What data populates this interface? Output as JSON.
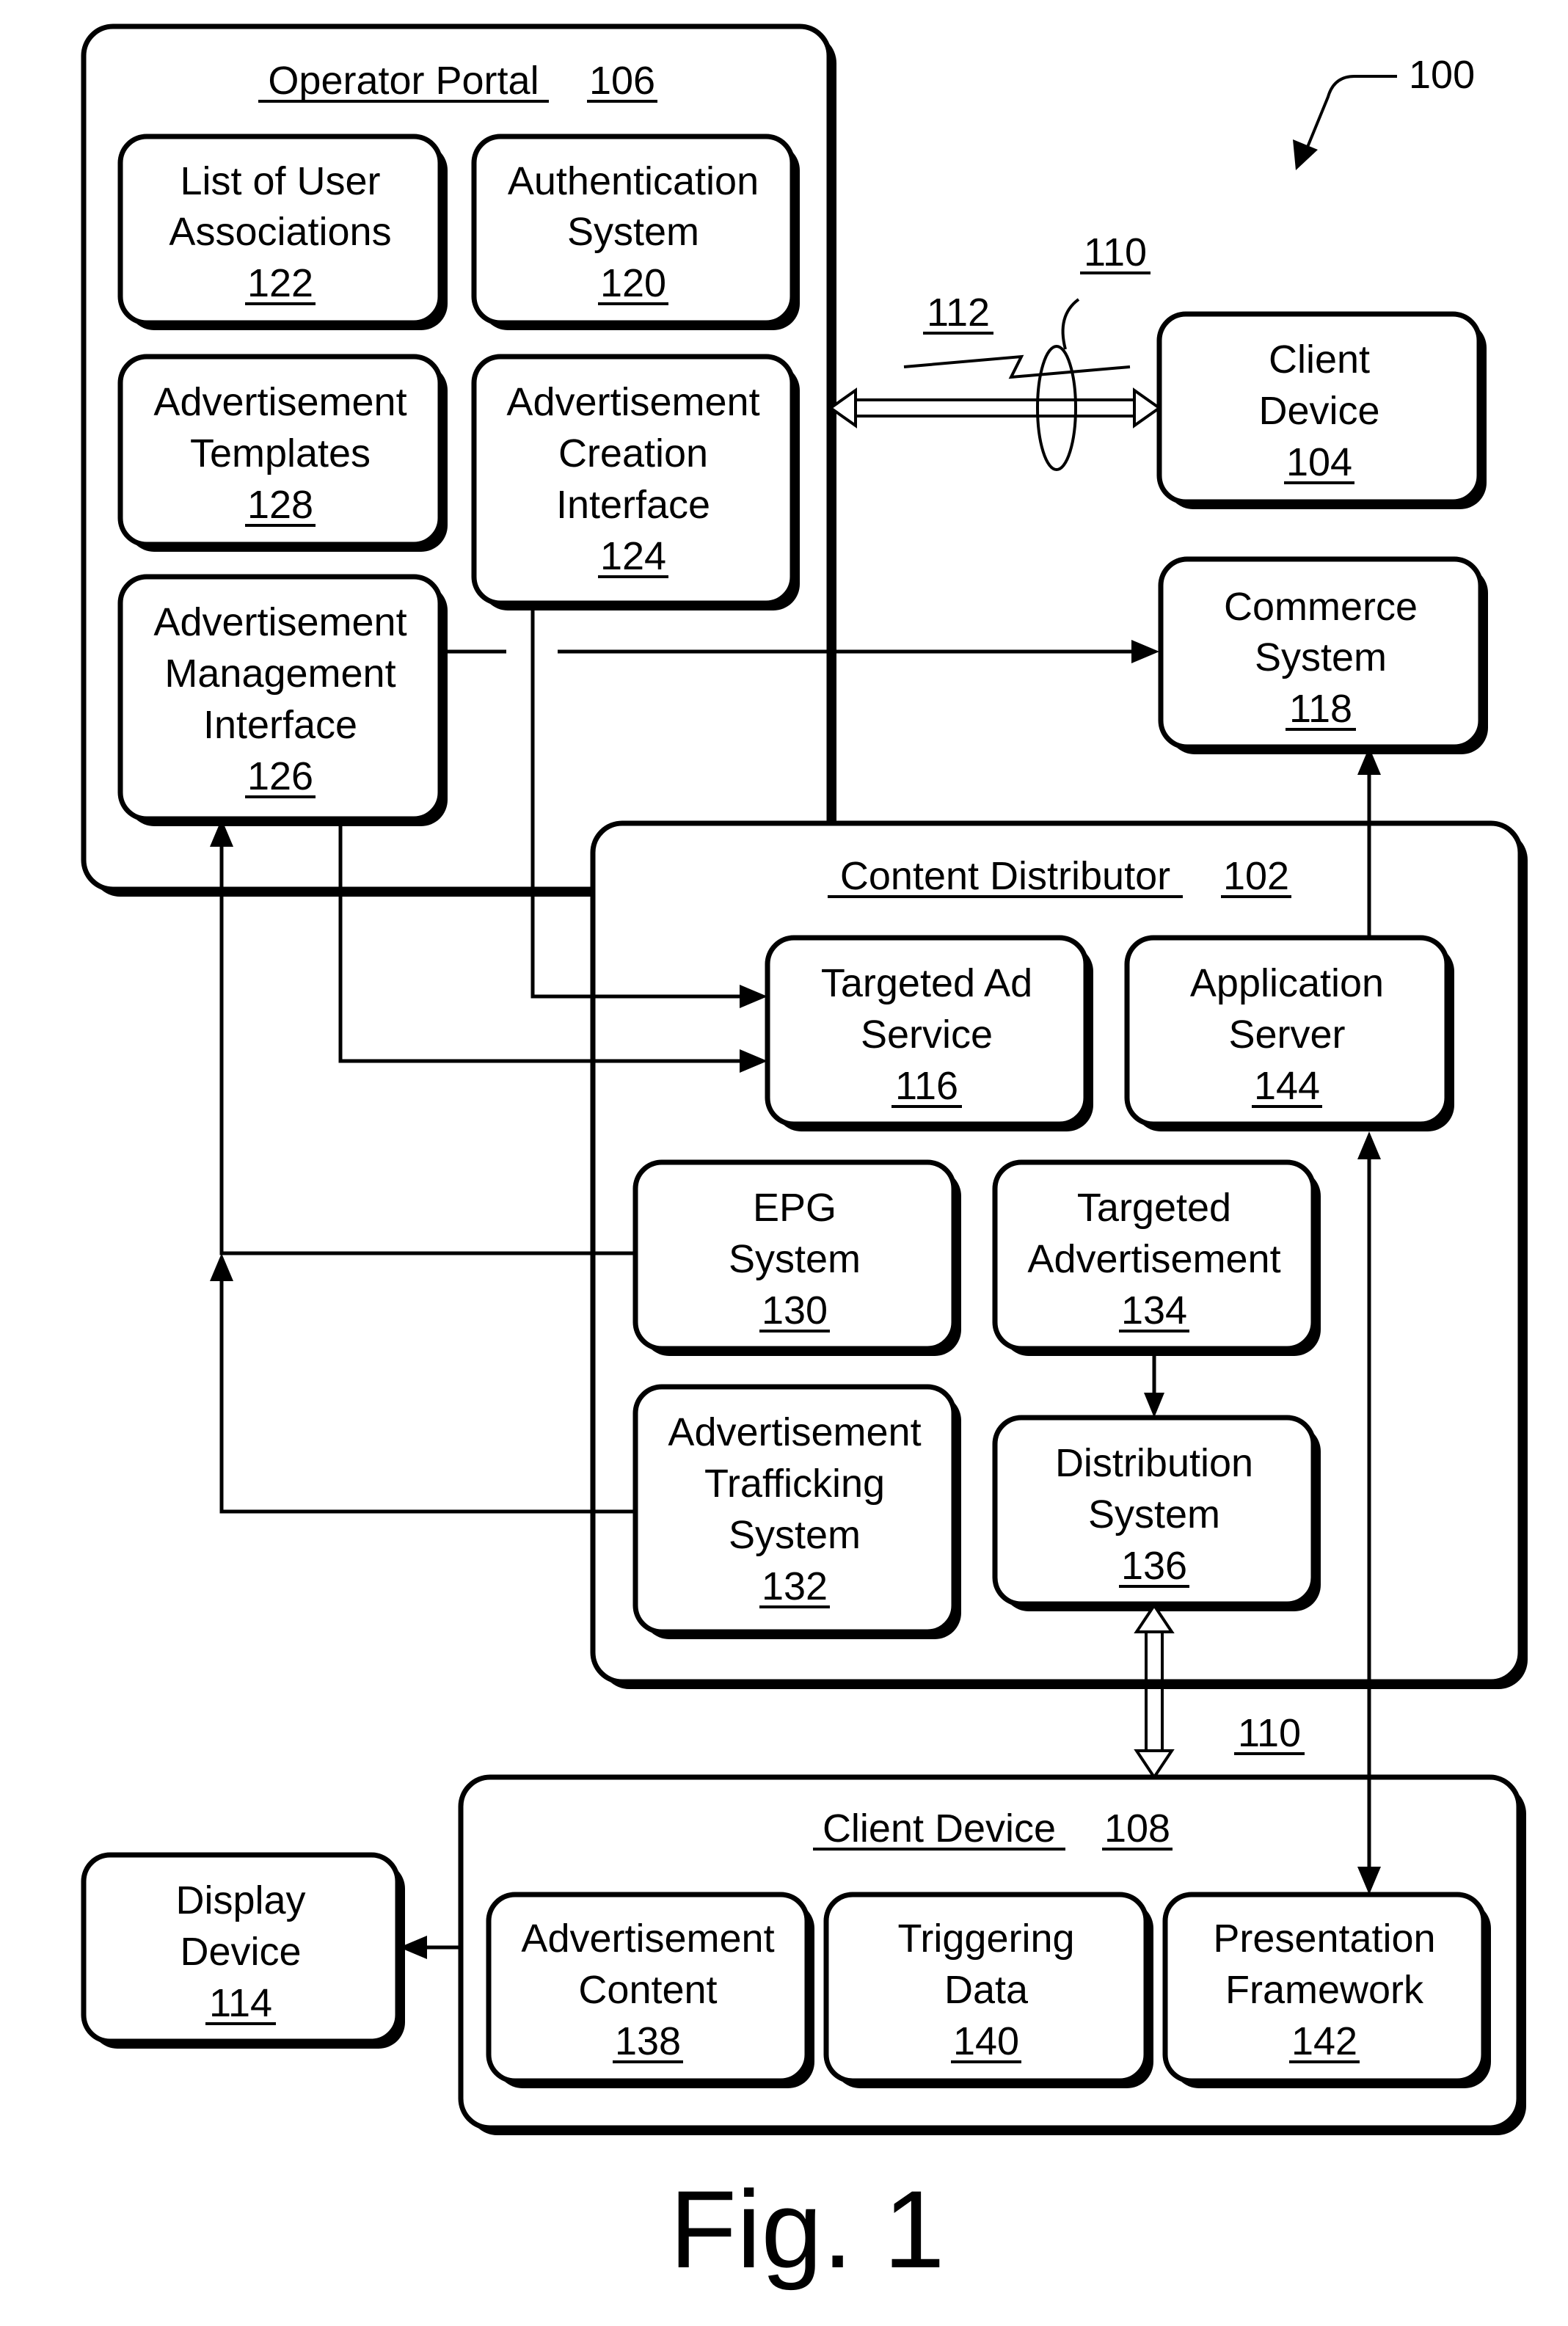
{
  "ref": "100",
  "figure_caption": "Fig. 1",
  "operator_portal": {
    "title": "Operator Portal",
    "num": "106"
  },
  "content_distributor": {
    "title": "Content Distributor",
    "num": "102"
  },
  "client_device_group": {
    "title": "Client Device",
    "num": "108"
  },
  "boxes": {
    "list_user_assoc": {
      "lines": [
        "List of User",
        "Associations"
      ],
      "num": "122"
    },
    "auth_system": {
      "lines": [
        "Authentication",
        "System"
      ],
      "num": "120"
    },
    "ad_templates": {
      "lines": [
        "Advertisement",
        "Templates"
      ],
      "num": "128"
    },
    "ad_creation": {
      "lines": [
        "Advertisement",
        "Creation",
        "Interface"
      ],
      "num": "124"
    },
    "ad_management": {
      "lines": [
        "Advertisement",
        "Management",
        "Interface"
      ],
      "num": "126"
    },
    "client_device_104": {
      "lines": [
        "Client",
        "Device"
      ],
      "num": "104"
    },
    "commerce_system": {
      "lines": [
        "Commerce",
        "System"
      ],
      "num": "118"
    },
    "targeted_ad_service": {
      "lines": [
        "Targeted Ad",
        "Service"
      ],
      "num": "116"
    },
    "application_server": {
      "lines": [
        "Application",
        "Server"
      ],
      "num": "144"
    },
    "epg_system": {
      "lines": [
        "EPG",
        "System"
      ],
      "num": "130"
    },
    "targeted_advertisement": {
      "lines": [
        "Targeted",
        "Advertisement"
      ],
      "num": "134"
    },
    "ad_trafficking": {
      "lines": [
        "Advertisement",
        "Trafficking",
        "System"
      ],
      "num": "132"
    },
    "distribution_system": {
      "lines": [
        "Distribution",
        "System"
      ],
      "num": "136"
    },
    "display_device": {
      "lines": [
        "Display",
        "Device"
      ],
      "num": "114"
    },
    "ad_content": {
      "lines": [
        "Advertisement",
        "Content"
      ],
      "num": "138"
    },
    "triggering_data": {
      "lines": [
        "Triggering",
        "Data"
      ],
      "num": "140"
    },
    "presentation_framework": {
      "lines": [
        "Presentation",
        "Framework"
      ],
      "num": "142"
    }
  },
  "link_labels": {
    "net_110_top": "110",
    "wireless_112": "112",
    "net_110_bottom": "110"
  }
}
